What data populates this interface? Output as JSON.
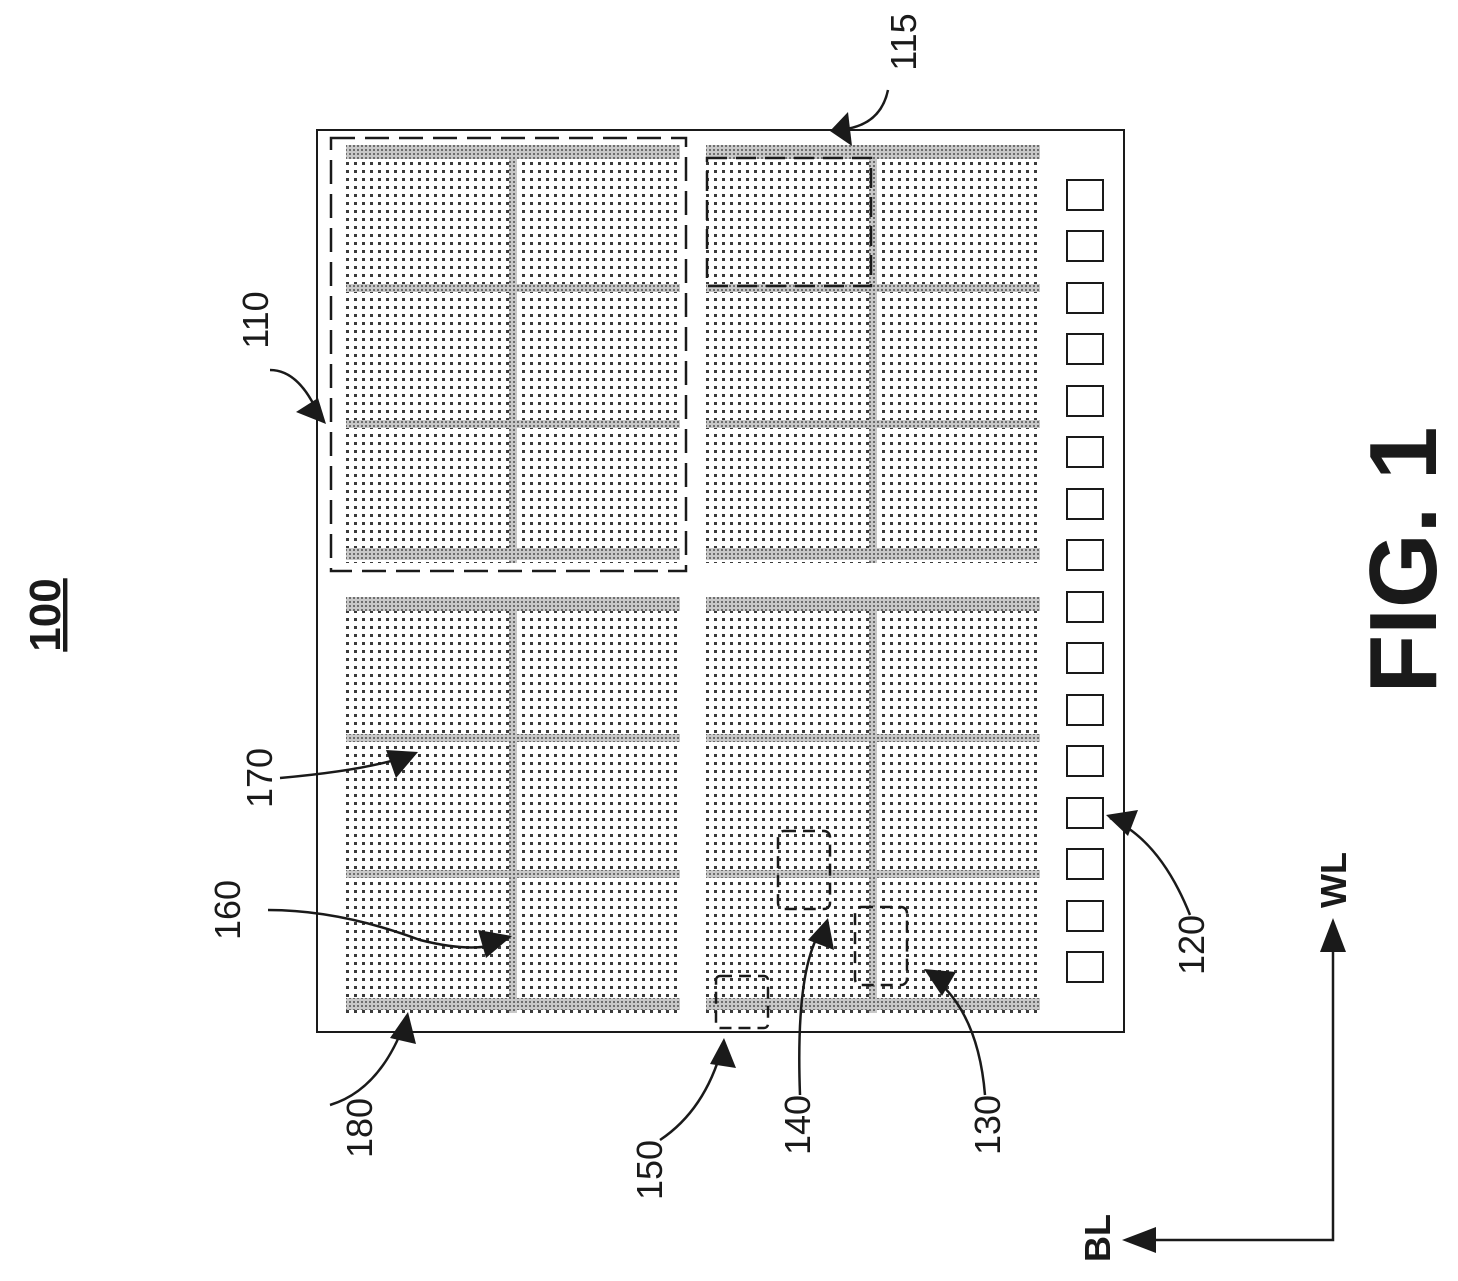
{
  "figure": {
    "device_label": "100",
    "caption": "FIG. 1"
  },
  "labels": {
    "ref_110": "110",
    "ref_115": "115",
    "ref_120": "120",
    "ref_130": "130",
    "ref_140": "140",
    "ref_150": "150",
    "ref_160": "160",
    "ref_170": "170",
    "ref_180": "180"
  },
  "axes": {
    "wl": "WL",
    "bl": "BL"
  },
  "pads": {
    "count": 16
  },
  "colors": {
    "line": "#1a1a1a",
    "dot": "#3a3a3a",
    "edge_band": "#9a9a9a"
  }
}
